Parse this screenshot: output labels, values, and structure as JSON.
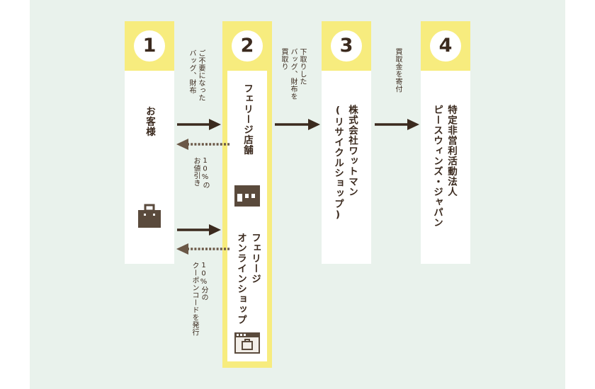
{
  "steps": [
    {
      "number": "1",
      "label": "お客様"
    },
    {
      "number": "2",
      "store_label": "フェリージ店舗",
      "online_label_1": "フェリージ",
      "online_label_2": "オンラインショップ"
    },
    {
      "number": "3",
      "label_1": "株式会社ワットマン",
      "label_2": "(リサイクルショップ)"
    },
    {
      "number": "4",
      "label_1": "特定非営利活動法人",
      "label_2": "ピースウィンズ・ジャパン"
    }
  ],
  "flows": {
    "customer_to_store": {
      "line1": "ご不要になった",
      "line2": "バッグ、財布"
    },
    "store_to_customer": {
      "line1": "10%の",
      "line2": "お値引き"
    },
    "online_to_customer": {
      "line1": "10%分の",
      "line2": "クーポンコードを発行"
    },
    "store_to_recycle": {
      "line1": "下取りした",
      "line2": "バッグ、財布を",
      "line3": "買取り"
    },
    "recycle_to_npo": {
      "line1": "買取金を寄付"
    }
  },
  "colors": {
    "background": "#e9f2ec",
    "highlight": "#f7ec7e",
    "ink": "#3b2a1e",
    "dots": "#6b5847"
  }
}
